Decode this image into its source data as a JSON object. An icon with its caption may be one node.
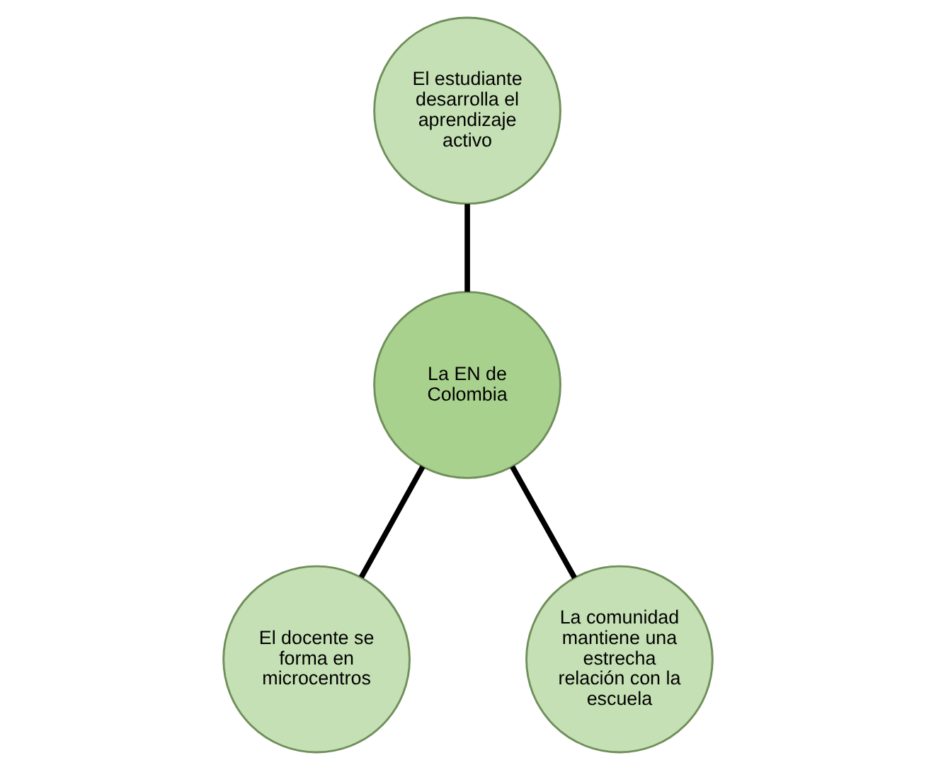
{
  "diagram": {
    "nodes": [
      {
        "text": [
          "El estudiante desarrolla el aprendizaje activo"
        ]
      },
      {
        "text": [
          "La EN de Colombia"
        ]
      },
      {
        "text": [
          "El docente se forma en microcentros"
        ]
      },
      {
        "text": [
          "La comunidad mantiene una estrecha relación con la escuela"
        ]
      }
    ],
    "edges": [
      {
        "from": 1,
        "to": 0,
        "arrow": "none"
      },
      {
        "from": 1,
        "to": 2,
        "arrow": "none"
      },
      {
        "from": 1,
        "to": 3,
        "arrow": "none"
      }
    ]
  }
}
